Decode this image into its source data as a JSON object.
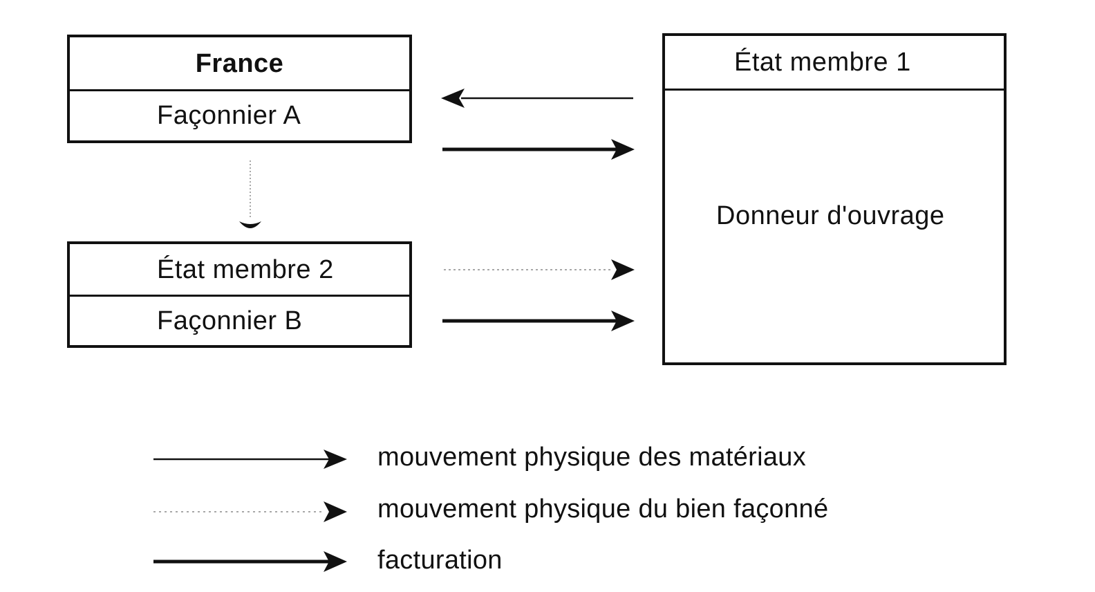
{
  "france_box": {
    "title": "France",
    "subtitle": "Façonnier A"
  },
  "em2_box": {
    "title": "État membre 2",
    "subtitle": "Façonnier B"
  },
  "em1_box": {
    "title": "État membre 1",
    "subtitle": "Donneur d'ouvrage"
  },
  "legend": {
    "material_movement": "mouvement physique des matériaux",
    "finished_goods_movement": "mouvement physique du bien façonné",
    "invoicing": "facturation"
  },
  "colors": {
    "ink": "#111111",
    "background": "#ffffff"
  }
}
